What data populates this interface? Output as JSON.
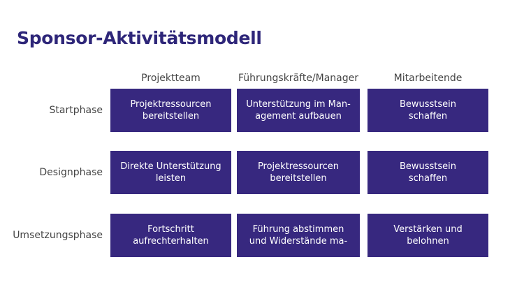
{
  "title": "Sponsor-Aktivitätsmodell",
  "columns": [
    "Projektteam",
    "Führungskräfte/Manager",
    "Mitarbeitende"
  ],
  "rows": [
    {
      "label": "Startphase",
      "cells": [
        [
          "Projektressourcen",
          "bereitstellen"
        ],
        [
          "Unterstützung im Man-",
          "agement aufbauen"
        ],
        [
          "Bewusstsein",
          "schaffen"
        ]
      ]
    },
    {
      "label": "Designphase",
      "cells": [
        [
          "Direkte Unterstützung",
          "leisten"
        ],
        [
          "Projektressourcen",
          "bereitstellen"
        ],
        [
          "Bewusstsein",
          "schaffen"
        ]
      ]
    },
    {
      "label": "Umsetzungsphase",
      "cells": [
        [
          "Fortschritt",
          "aufrechterhalten"
        ],
        [
          "Führung abstimmen",
          "und Widerstände ma-"
        ],
        [
          "Verstärken und",
          "belohnen"
        ]
      ]
    }
  ],
  "colors": {
    "title": "#2e2679",
    "cell": "#37287f"
  }
}
